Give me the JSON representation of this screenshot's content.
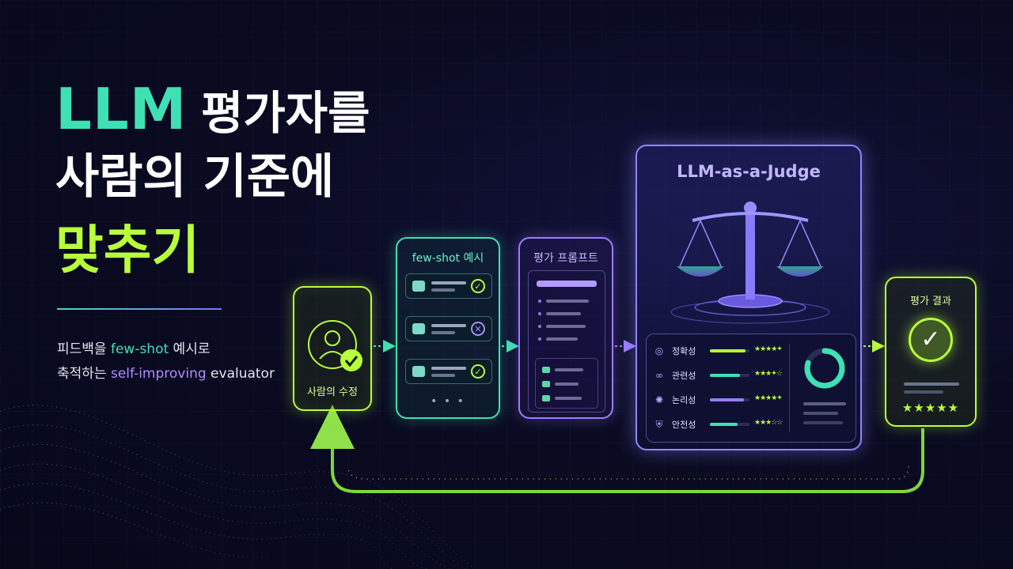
{
  "headline": {
    "line1_accent": "LLM",
    "line1_rest": "평가자를",
    "line2": "사람의 기준에",
    "line3": "맞추기"
  },
  "subtitle": {
    "line1_pre": "피드백을 ",
    "line1_accent": "few-shot",
    "line1_post": " 예시로",
    "line2_pre": "축적하는 ",
    "line2_accent": "self-improving",
    "line2_post": " evaluator"
  },
  "human_card": {
    "label": "사람의 수정",
    "icon": "user-check-icon"
  },
  "few_shot_card": {
    "title": "few-shot 예시",
    "examples": [
      {
        "status": "correct",
        "icon": "chat-icon"
      },
      {
        "status": "incorrect",
        "icon": "chat-icon"
      },
      {
        "status": "correct",
        "icon": "chat-icon"
      }
    ],
    "more": "• • •"
  },
  "prompt_card": {
    "title": "평가 프롬프트"
  },
  "judge_card": {
    "title": "LLM-as-a-Judge",
    "icon": "scales-icon",
    "metrics": [
      {
        "label": "정확성",
        "icon": "target-icon",
        "level": 0.9,
        "color": "#b8ff3a",
        "rating": 4.5
      },
      {
        "label": "관련성",
        "icon": "link-icon",
        "level": 0.75,
        "color": "#3fe0b4",
        "rating": 3.5
      },
      {
        "label": "논리성",
        "icon": "brain-icon",
        "level": 0.85,
        "color": "#9a7cff",
        "rating": 4.5
      },
      {
        "label": "안전성",
        "icon": "shield-icon",
        "level": 0.7,
        "color": "#3fe0b4",
        "rating": 3
      }
    ],
    "donut_level": 0.8
  },
  "result_card": {
    "title": "평가 결과",
    "icon": "check-icon",
    "rating": 5
  },
  "colors": {
    "teal": "#3fe0b4",
    "green": "#b8ff3a",
    "purple": "#9a7cff",
    "background": "#0a0b22"
  }
}
